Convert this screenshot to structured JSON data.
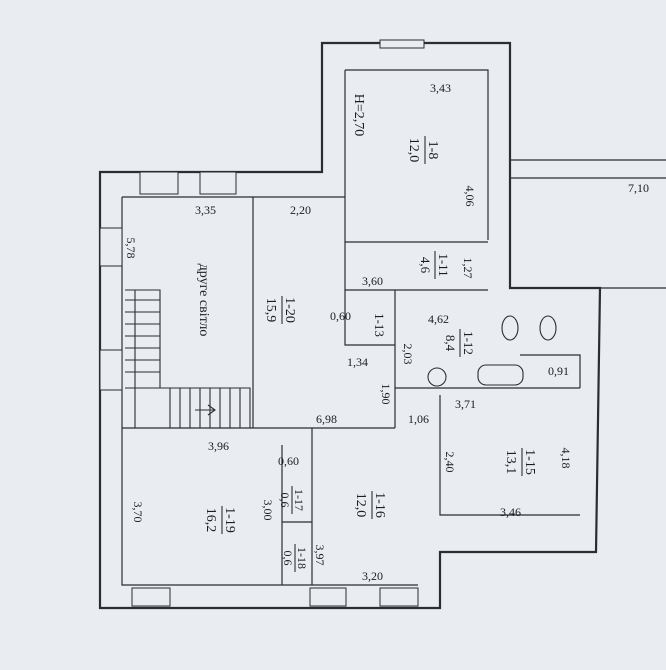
{
  "rooms": [
    {
      "id": "1-8",
      "area": "12,0"
    },
    {
      "id": "1-11",
      "area": "4,6"
    },
    {
      "id": "1-12",
      "area": "8,4"
    },
    {
      "id": "1-13",
      "area": ""
    },
    {
      "id": "1-15",
      "area": "13,1"
    },
    {
      "id": "1-16",
      "area": "12,0"
    },
    {
      "id": "1-17",
      "area": "0,6"
    },
    {
      "id": "1-18",
      "area": "0,6"
    },
    {
      "id": "1-19",
      "area": "16,2"
    },
    {
      "id": "1-20",
      "area": "15,9"
    }
  ],
  "height_label": "H=2,70",
  "second_light": "друге світло",
  "dims": {
    "d_343": "3,43",
    "d_406": "4,06",
    "d_710": "7,10",
    "d_335": "3,35",
    "d_220": "2,20",
    "d_578": "5,78",
    "d_127": "1,27",
    "d_360": "3,60",
    "d_060a": "0,60",
    "d_462": "4,62",
    "d_203": "2,03",
    "d_134": "1,34",
    "d_190": "1,90",
    "d_091": "0,91",
    "d_371": "3,71",
    "d_698": "6,98",
    "d_106": "1,06",
    "d_418": "4,18",
    "d_396": "3,96",
    "d_060b": "0,60",
    "d_240": "2,40",
    "d_370": "3,70",
    "d_300": "3,00",
    "d_346": "3,46",
    "d_397": "3,97",
    "d_320": "3,20"
  }
}
